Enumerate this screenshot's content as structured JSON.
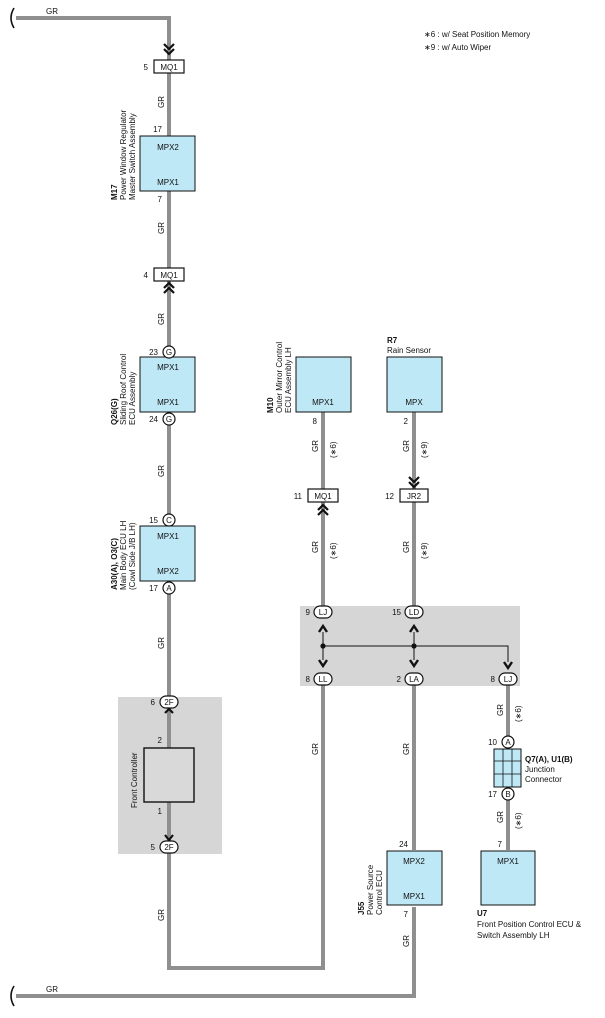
{
  "notes": [
    "∗6 : w/ Seat Position Memory",
    "∗9 : w/ Auto Wiper"
  ],
  "wire_color": "GR",
  "conditions": {
    "c6": "(∗6)",
    "c9": "(∗9)"
  },
  "colors": {
    "wire": "#8f8f8f",
    "ecu": "#bfe8f7",
    "shade": "#d6d6d6",
    "ink": "#111111"
  },
  "connectors": {
    "mq1_top": {
      "label": "MQ1",
      "pin": "5"
    },
    "mq1_mid": {
      "label": "MQ1",
      "pin": "4"
    },
    "mq1_right": {
      "label": "MQ1",
      "pin": "11"
    },
    "jr2": {
      "label": "JR2",
      "pin": "12"
    }
  },
  "components": {
    "m17": {
      "code": "M17",
      "name1": "Power Window Regulator",
      "name2": "Master Switch Assembly",
      "top": "MPX2",
      "bottom": "MPX1",
      "pin_top": "17",
      "pin_bottom": "7"
    },
    "q26": {
      "code": "Q26(G)",
      "name1": "Sliding Roof Control",
      "name2": "ECU Assembly",
      "top": "MPX1",
      "bottom": "MPX1",
      "pin_top": "23",
      "pin_bottom": "24",
      "conn": "G"
    },
    "a30": {
      "code": "A30(A), O3(C)",
      "name1": "Main Body ECU LH",
      "name2": "(Cowl Side J/B LH)",
      "top": "MPX1",
      "bottom": "MPX2",
      "pin_top": "15",
      "pin_bottom": "17",
      "conn_top": "C",
      "conn_bottom": "A"
    },
    "front_controller": {
      "name": "Front Controller",
      "pin_top": "2",
      "pin_bottom": "1",
      "pin_conn_top": "6",
      "pin_conn_bottom": "5",
      "conn": "2F"
    },
    "m10": {
      "code": "M10",
      "name1": "Outer Mirror Control",
      "name2": "ECU Assembly LH",
      "label": "MPX1",
      "pin": "8"
    },
    "r7": {
      "code": "R7",
      "name": "Rain Sensor",
      "label": "MPX",
      "pin": "2"
    },
    "jb": {
      "lj_top": "LJ",
      "ld": "LD",
      "ll": "LL",
      "la": "LA",
      "lj_bot": "LJ",
      "pin_lj_top": "9",
      "pin_ld": "15",
      "pin_ll": "8",
      "pin_la": "2",
      "pin_lj_bot": "8"
    },
    "q7": {
      "code": "Q7(A), U1(B)",
      "name1": "Junction",
      "name2": "Connector",
      "conn_top": "A",
      "conn_bottom": "B",
      "pin_top": "10",
      "pin_bottom": "17"
    },
    "j55": {
      "code": "J55",
      "name1": "Power Source",
      "name2": "Control ECU",
      "top": "MPX2",
      "bottom": "MPX1",
      "pin_top": "24",
      "pin_bottom": "7"
    },
    "u7": {
      "code": "U7",
      "name1": "Front Position Control ECU &",
      "name2": "Switch Assembly LH",
      "label": "MPX1",
      "pin": "7"
    }
  }
}
